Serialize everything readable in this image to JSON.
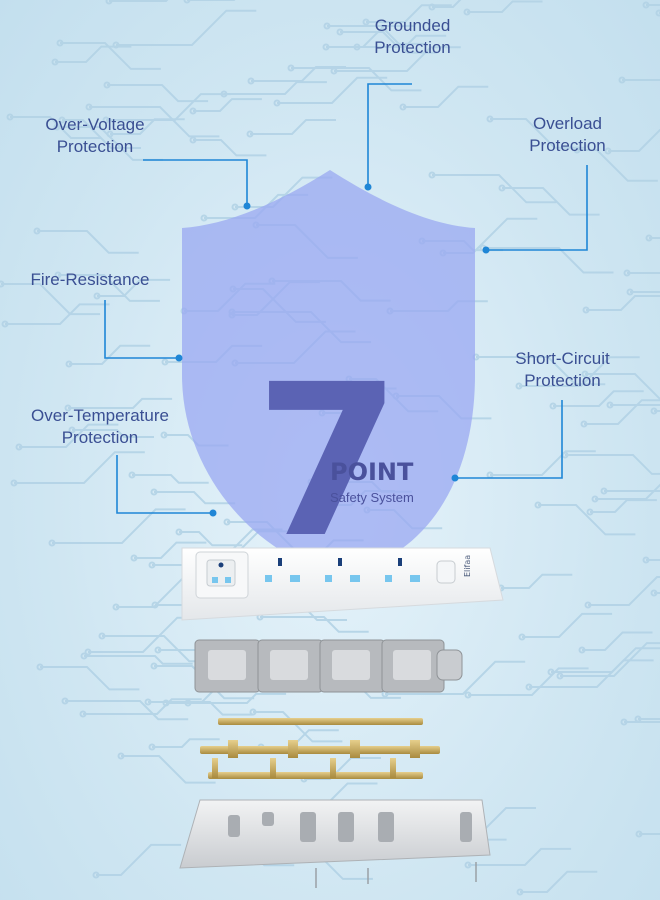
{
  "headline": {
    "number": "7",
    "word": "POINT",
    "subtitle": "Safety System"
  },
  "features": {
    "grounded_line1": "Grounded",
    "grounded_line2": "Protection",
    "overvoltage_line1": "Over-Voltage",
    "overvoltage_line2": "Protection",
    "overload_line1": "Overload",
    "overload_line2": "Protection",
    "fire": "Fire-Resistance",
    "shortcircuit_line1": "Short-Circuit",
    "shortcircuit_line2": "Protection",
    "overtemp_line1": "Over-Temperature",
    "overtemp_line2": "Protection"
  },
  "product": {
    "brand": "Elifaa"
  },
  "colors": {
    "label": "#3a4f93",
    "leader": "#1f86d6",
    "shield": "#9aa8f2",
    "seven": "#5b63b4"
  }
}
